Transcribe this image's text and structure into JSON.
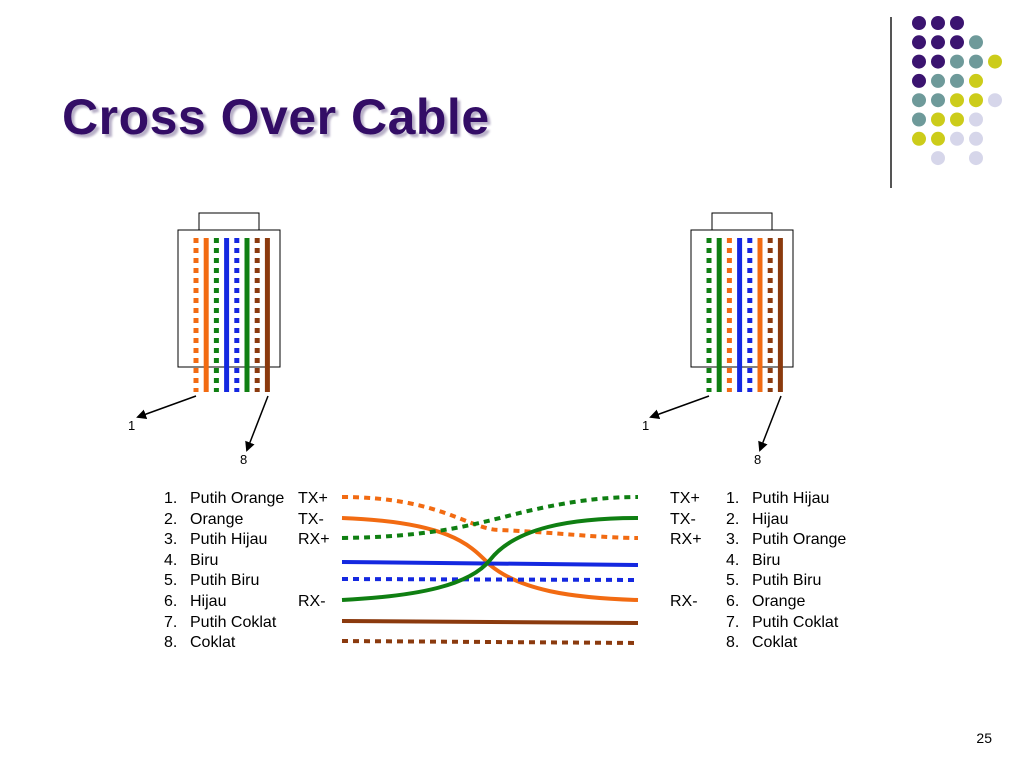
{
  "title": "Cross Over Cable",
  "slide_number": "25",
  "colors": {
    "title": "#330d66",
    "orange": "#f26b12",
    "green": "#0f7f12",
    "blue": "#1428e0",
    "brown": "#8b3a0e",
    "dot_purple": "#3b1470",
    "dot_teal": "#6e9a9a",
    "dot_yellow": "#cccc1a",
    "dot_lavender": "#d6d6ea"
  },
  "left_connector": {
    "pin1_label": "1",
    "pin8_label": "8",
    "wires": [
      "white-orange",
      "orange",
      "white-green",
      "blue",
      "white-blue",
      "green",
      "white-brown",
      "brown"
    ]
  },
  "right_connector": {
    "pin1_label": "1",
    "pin8_label": "8",
    "wires": [
      "white-green",
      "green",
      "white-orange",
      "blue",
      "white-blue",
      "orange",
      "white-brown",
      "brown"
    ]
  },
  "left_list": [
    {
      "num": "1.",
      "label": "Putih Orange"
    },
    {
      "num": "2.",
      "label": "Orange"
    },
    {
      "num": "3.",
      "label": "Putih Hijau"
    },
    {
      "num": "4.",
      "label": "Biru"
    },
    {
      "num": "5.",
      "label": "Putih Biru"
    },
    {
      "num": "6.",
      "label": "Hijau"
    },
    {
      "num": "7.",
      "label": "Putih Coklat"
    },
    {
      "num": "8.",
      "label": "Coklat"
    }
  ],
  "left_signals": [
    "TX+",
    "TX-",
    "RX+",
    "",
    "",
    "RX-",
    "",
    ""
  ],
  "right_signals": [
    "TX+",
    "TX-",
    "RX+",
    "",
    "",
    "RX-",
    "",
    ""
  ],
  "right_list": [
    {
      "num": "1.",
      "label": "Putih Hijau"
    },
    {
      "num": "2.",
      "label": "Hijau"
    },
    {
      "num": "3.",
      "label": "Putih Orange"
    },
    {
      "num": "4.",
      "label": "Biru"
    },
    {
      "num": "5.",
      "label": "Putih Biru"
    },
    {
      "num": "6.",
      "label": "Orange"
    },
    {
      "num": "7.",
      "label": "Putih Coklat"
    },
    {
      "num": "8.",
      "label": "Coklat"
    }
  ]
}
